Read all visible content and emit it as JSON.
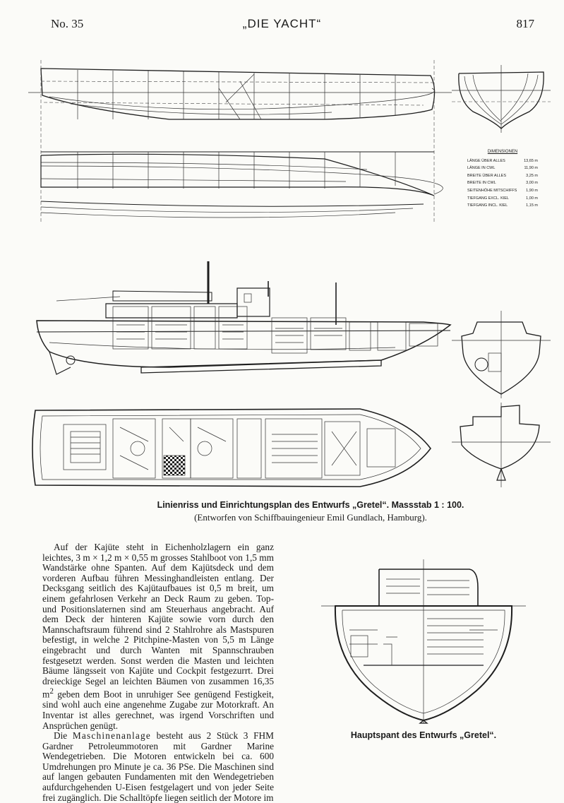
{
  "header": {
    "issue": "No. 35",
    "title": "„DIE YACHT“",
    "page": "817"
  },
  "dimensions": {
    "title": "DIMENSIONEN",
    "rows": [
      {
        "label": "LÄNGE ÜBER ALLES",
        "value": "13,65 m"
      },
      {
        "label": "LÄNGE IN CWL",
        "value": "11,90 m"
      },
      {
        "label": "BREITE ÜBER ALLES",
        "value": "3,25 m"
      },
      {
        "label": "BREITE IN CWL",
        "value": "3,00 m"
      },
      {
        "label": "SEITENHÖHE MITSCHIFFS",
        "value": "1,90 m"
      },
      {
        "label": "TIEFGANG EXCL. KIEL",
        "value": "1,00 m"
      },
      {
        "label": "TIEFGANG INCL. KIEL",
        "value": "1,15 m"
      }
    ]
  },
  "figure1": {
    "caption": "Linienriss und Einrichtungsplan des Entwurfs „Gretel“.  Massstab 1 : 100.",
    "subcaption": "(Entworfen von Schiffbauingenieur Emil Gundlach, Hamburg)."
  },
  "figure2": {
    "caption": "Hauptspant des Entwurfs „Gretel“."
  },
  "body": {
    "para1_a": "Auf der Kajüte steht in Eichenholzlagern ein ganz leichtes, 3 m × 1,2 m × 0,55 m grosses Stahlboot von 1,5 mm Wandstärke ohne Spanten. Auf dem Kajütsdeck und dem vorderen Aufbau führen Messinghandleisten entlang. Der Decksgang seitlich des Kajütaufbaues ist 0,5 m breit, um einem gefahrlosen Verkehr an Deck Raum zu geben. Top- und Positionslaternen sind am Steuerhaus angebracht. Auf dem Deck der hinteren Kajüte sowie vorn durch den Mannschaftsraum führend sind 2 Stahlrohre als Mastspuren befestigt, in welche 2 Pitchpine-Masten von 5,5 m Länge eingebracht und durch Wanten mit Spannschrauben festgesetzt werden. Sonst werden die Masten und leichten Bäume längsseit von Kajüte und Cockpit festgezurrt. Drei dreieckige Segel an leichten Bäumen von zusammen 16,35 m",
    "sup": "2",
    "para1_b": " geben dem Boot in unruhiger See genügend Festigkeit, sind wohl auch eine angenehme Zugabe zur Motorkraft. An Inventar ist alles gerechnet, was irgend Vorschriften und Ansprüchen genügt.",
    "para2_a": "Die ",
    "para2_spaced": "Maschinenanlage",
    "para2_b": " besteht aus 2 Stück 3 FHM Gardner Petroleummotoren mit Gardner Marine Wendegetrieben. Die Motoren entwickeln bei ca. 600 Umdrehungen pro Minute je ca. 36 PSe. Die Maschinen sind auf langen gebauten Fundamenten mit den Wendegetrieben aufdurchgehenden U-Eisen festgelagert und von jeder Seite frei zugänglich. Die Schalltöpfe liegen seitlich der Motore im"
  }
}
